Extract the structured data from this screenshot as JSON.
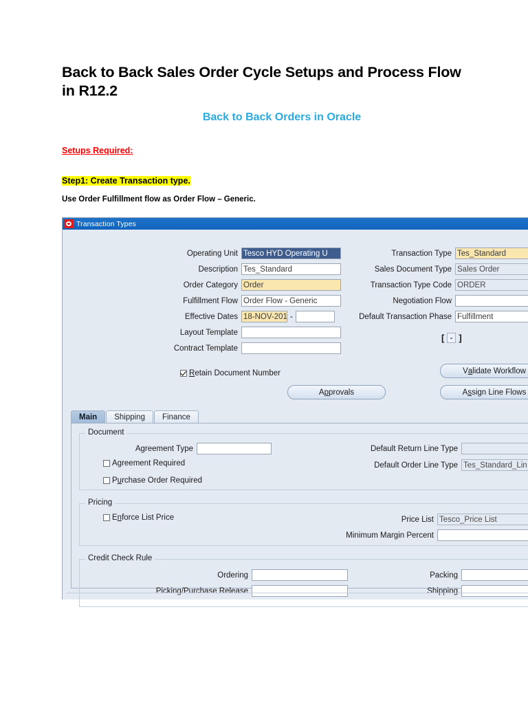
{
  "document": {
    "title": "Back to Back Sales Order Cycle Setups and Process Flow in R12.2",
    "subtitle": "Back to Back Orders in Oracle",
    "setups_heading": "Setups Required:",
    "step_heading": "Step1: Create Transaction type.",
    "note": "Use Order Fulfillment flow as Order Flow – Generic.",
    "colors": {
      "subtitle": "#29ABE2",
      "setups_heading": "#FF0000",
      "step_highlight": "#FFFF00"
    }
  },
  "window": {
    "title": "Transaction Types",
    "icon": "oracle-logo-icon",
    "titlebar_color": "#1163BE",
    "body_color": "#E4EAF2"
  },
  "header_fields": {
    "left": [
      {
        "label": "Operating Unit",
        "value": "Tesco HYD Operating U",
        "state": "selected"
      },
      {
        "label": "Description",
        "value": "Tes_Standard",
        "state": "normal"
      },
      {
        "label": "Order Category",
        "value": "Order",
        "state": "required"
      },
      {
        "label": "Fulfillment Flow",
        "value": "Order Flow - Generic",
        "state": "normal"
      },
      {
        "label": "Effective Dates",
        "value": "18-NOV-201",
        "state": "required"
      },
      {
        "label": "Layout Template",
        "value": "",
        "state": "normal"
      },
      {
        "label": "Contract Template",
        "value": "",
        "state": "normal"
      }
    ],
    "effective_dates_separator": "-",
    "effective_dates_to": "",
    "right": [
      {
        "label": "Transaction Type",
        "value": "Tes_Standard",
        "state": "required"
      },
      {
        "label": "Sales Document Type",
        "value": "Sales Order",
        "state": "readonly"
      },
      {
        "label": "Transaction Type Code",
        "value": "ORDER",
        "state": "readonly"
      },
      {
        "label": "Negotiation Flow",
        "value": "",
        "state": "normal"
      },
      {
        "label": "Default Transaction Phase",
        "value": "Fulfillment",
        "state": "normal"
      }
    ],
    "retain_document_number": {
      "label": "Retain Document Number",
      "checked": true
    },
    "flexfield": {
      "open": "[",
      "close": "]"
    },
    "buttons": {
      "approvals": "Approvals",
      "validate_workflow": "Validate Workflow",
      "assign_line_flows": "Assign Line  Flows"
    }
  },
  "tabs": [
    {
      "label": "Main",
      "active": true
    },
    {
      "label": "Shipping",
      "active": false
    },
    {
      "label": "Finance",
      "active": false
    }
  ],
  "main_tab": {
    "document_group": {
      "title": "Document",
      "left": [
        {
          "label": "Agreement Type",
          "value": ""
        }
      ],
      "checkboxes": [
        {
          "label": "Agreement Required",
          "checked": false
        },
        {
          "label": "Purchase Order Required",
          "checked": false
        }
      ],
      "right": [
        {
          "label": "Default Return Line Type",
          "value": "",
          "state": "readonly"
        },
        {
          "label": "Default Order Line Type",
          "value": "Tes_Standard_Lin",
          "state": "readonly"
        }
      ]
    },
    "pricing_group": {
      "title": "Pricing",
      "checkboxes": [
        {
          "label": "Enforce List Price",
          "checked": false
        }
      ],
      "right": [
        {
          "label": "Price List",
          "value": "Tesco_Price List",
          "state": "readonly"
        },
        {
          "label": "Minimum Margin Percent",
          "value": "",
          "state": "normal"
        }
      ]
    },
    "credit_check_group": {
      "title": "Credit Check Rule",
      "left": [
        {
          "label": "Ordering",
          "value": ""
        },
        {
          "label": "Picking/Purchase Release",
          "value": ""
        }
      ],
      "right": [
        {
          "label": "Packing",
          "value": ""
        },
        {
          "label": "Shipping",
          "value": ""
        }
      ]
    }
  }
}
